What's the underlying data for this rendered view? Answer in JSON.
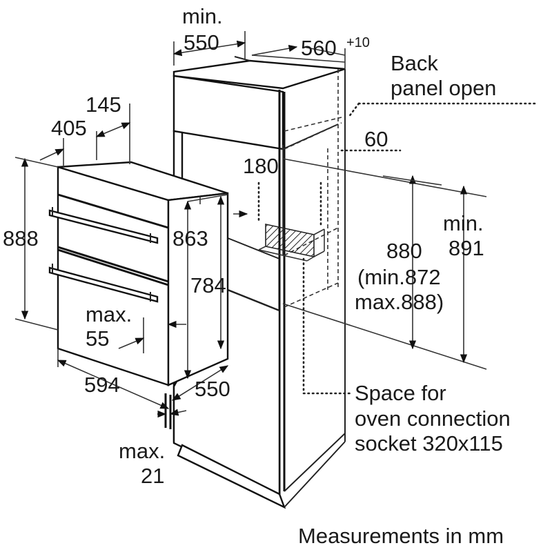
{
  "labels": {
    "min_top": "min.",
    "w550_top": "550",
    "w560": "560",
    "w560_tol": "+10",
    "back_panel_1": "Back",
    "back_panel_2": "panel open",
    "d60": "60",
    "d180": "180",
    "d145": "145",
    "d405": "405",
    "d888": "888",
    "d863": "863",
    "d784": "784",
    "d880": "880",
    "min880_1": "(min.872",
    "min880_2": "max.888)",
    "min891_1": "min.",
    "min891_2": "891",
    "max55_1": "max.",
    "max55_2": "55",
    "d594": "594",
    "d550_bottom": "550",
    "max21_1": "max.",
    "max21_2": "21",
    "socket_1": "Space for",
    "socket_2": "oven connection",
    "socket_3": "socket 320x115",
    "footer": "Measurements in mm"
  }
}
